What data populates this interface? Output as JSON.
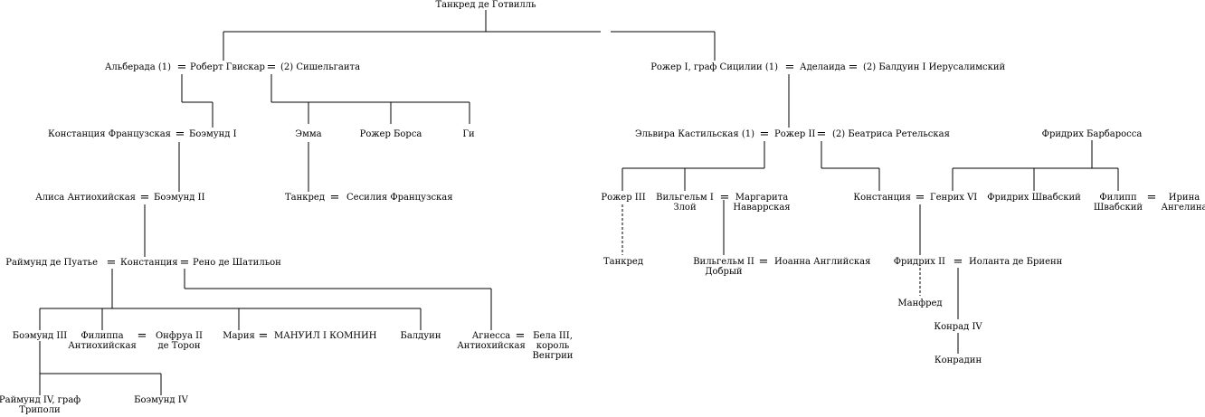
{
  "persons": {
    "tancred_hauteville": "Танкред де Готвилль",
    "alberada": "Альберада (1)",
    "robert_guiscard": "Роберт Гвискар",
    "sichelgaita": "(2) Сишельгаита",
    "roger_i": "Рожер I, граф Сицилии (1)",
    "adelaide": "Аделаида",
    "baldwin_i": "(2) Балдуин I Иерусалимский",
    "constance_fr": "Констанция Французская",
    "bohemond_i": "Боэмунд I",
    "emma": "Эмма",
    "roger_borsa": "Рожер Борса",
    "guy": "Ги",
    "elvira": "Эльвира Кастильская (1)",
    "roger_ii": "Рожер II",
    "beatrice": "(2) Беатриса Ретельская",
    "frederick_barbarossa": "Фридрих Барбаросса",
    "alice": "Алиса Антиохийская",
    "bohemond_ii": "Боэмунд II",
    "tancred_son_emma": "Танкред",
    "cecile": "Сесилия Французская",
    "roger_iii": "Рожер III",
    "william_i": "Вильгельм I\nЗлой",
    "margaret": "Маргарита\nНаваррская",
    "constance_sic": "Констанция",
    "henry_vi": "Генрих VI",
    "frederick_swabia": "Фридрих Швабский",
    "philip_swabia": "Филипп\nШвабский",
    "irene": "Ирина\nАнгелина",
    "raymond_poitiers": "Раймунд де Пуатье",
    "constance_ant": "Констанция",
    "reynald": "Рено де Шатильон",
    "tancred_lecce": "Танкред",
    "william_ii": "Вильгельм II\nДобрый",
    "joan": "Иоанна Английская",
    "frederick_ii": "Фридрих II",
    "yolande": "Иоланта де Бриенн",
    "manfred": "Манфред",
    "bohemond_iii": "Боэмунд III",
    "philippa": "Филиппа\nАнтиохийская",
    "humphrey": "Онфруа II\nде Торон",
    "maria": "Мария",
    "manuel": "МАНУИЛ I КОМНИН",
    "baldwin": "Балдуин",
    "agnes": "Агнесса\nАнтиохийская",
    "bela_iii": "Бела III,\nкороль\nВенгрии",
    "conrad_iv": "Конрад IV",
    "raymond_iv": "Раймунд IV, граф\nТриполи",
    "bohemond_iv": "Боэмунд IV",
    "conradin": "Конрадин"
  },
  "marriage_symbol": "="
}
